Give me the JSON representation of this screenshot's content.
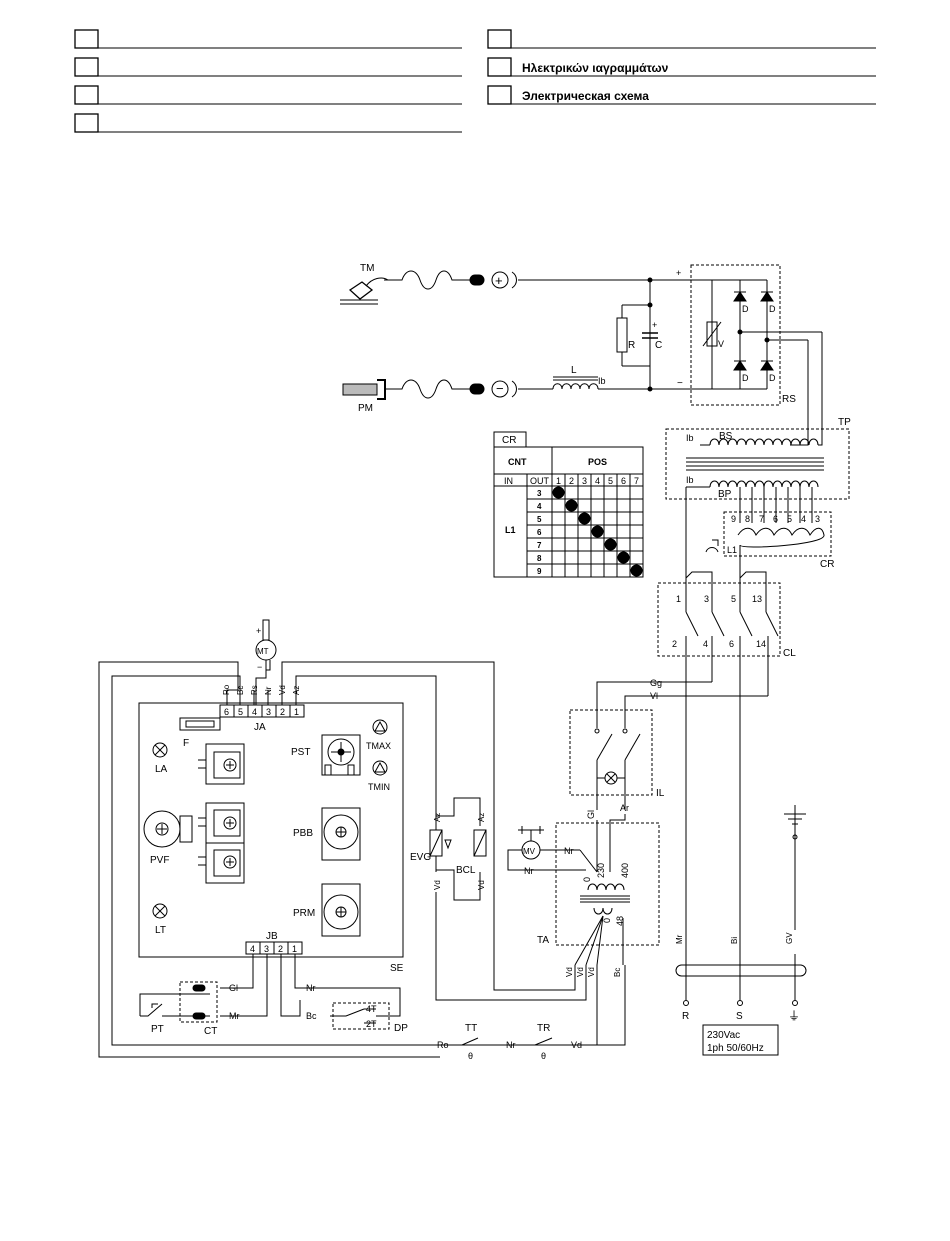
{
  "header": {
    "left": [
      "",
      "",
      "",
      ""
    ],
    "right": [
      "",
      "Ηλεκτρικών ιαγραμμάτων",
      "Электрическая схема"
    ]
  },
  "labels": {
    "tm": "TM",
    "pm": "PM",
    "l": "L",
    "ib": "Ib",
    "r": "R",
    "c": "C",
    "v": "V",
    "d": "D",
    "rs": "RS",
    "tp": "TP",
    "bs": "BS",
    "bp": "BP",
    "cr": "CR",
    "l1": "L1",
    "cl": "CL",
    "mt": "MT",
    "ja": "JA",
    "jb": "JB",
    "f": "F",
    "la": "LA",
    "lt": "LT",
    "pst": "PST",
    "tmax": "TMAX",
    "tmin": "TMIN",
    "pvf": "PVF",
    "pbb": "PBB",
    "prm": "PRM",
    "se": "SE",
    "evg": "EVG",
    "bcl": "BCL",
    "mv": "MV",
    "ta": "TA",
    "il": "IL",
    "pt": "PT",
    "ct": "CT",
    "dp": "DP",
    "tt": "TT",
    "tr": "TR",
    "t4": "4T",
    "t2": "2T",
    "theta": "θ"
  },
  "wires": {
    "ro": "Ro",
    "bc": "Bc",
    "rs": "Rs",
    "nr": "Nr",
    "vd": "Vd",
    "az": "Az",
    "gl": "Gl",
    "mr": "Mr",
    "gg": "Gg",
    "vl": "Vl",
    "ar": "Ar",
    "bi": "Bi",
    "gv": "GV"
  },
  "ja_pins": [
    "6",
    "5",
    "4",
    "3",
    "2",
    "1"
  ],
  "jb_pins": [
    "4",
    "3",
    "2",
    "1"
  ],
  "cr_switch_pins": [
    "9",
    "8",
    "7",
    "6",
    "5",
    "4",
    "3"
  ],
  "cl_top": [
    "1",
    "3",
    "5",
    "13"
  ],
  "cl_bottom": [
    "2",
    "4",
    "6",
    "14"
  ],
  "ta_taps": {
    "t0a": "0",
    "t230": "230",
    "t400": "400",
    "t0b": "0",
    "t48": "48"
  },
  "supply": {
    "r": "R",
    "s": "S",
    "ground": "⏚",
    "line1": "230Vac",
    "line2": "1ph 50/60Hz"
  },
  "cr_table": {
    "title": "CR",
    "cnt": "CNT",
    "pos": "POS",
    "in": "IN",
    "out": "OUT",
    "in_label": "L1",
    "positions": [
      "1",
      "2",
      "3",
      "4",
      "5",
      "6",
      "7"
    ],
    "outputs": [
      "3",
      "4",
      "5",
      "6",
      "7",
      "8",
      "9"
    ]
  }
}
